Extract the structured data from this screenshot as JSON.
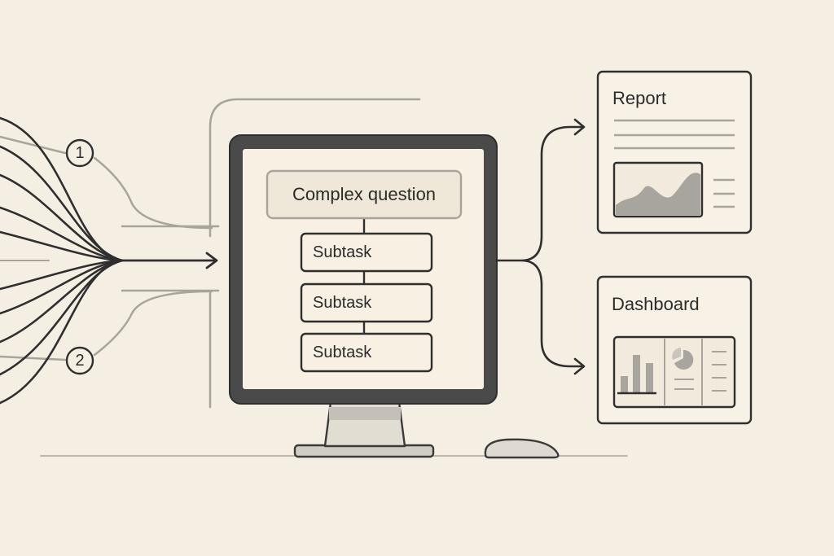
{
  "steps": {
    "one": "1",
    "two": "2"
  },
  "monitor": {
    "question": "Complex question",
    "subtasks": [
      "Subtask",
      "Subtask",
      "Subtask"
    ]
  },
  "outputs": {
    "report": {
      "title": "Report"
    },
    "dashboard": {
      "title": "Dashboard"
    }
  },
  "colors": {
    "background": "#f5efe3",
    "ink": "#2f2f2f",
    "monitor_frame": "#4a4a4a",
    "screen": "#f7f0e3",
    "muted_line": "#a9a49b",
    "chart_fill": "#a8a59f"
  }
}
